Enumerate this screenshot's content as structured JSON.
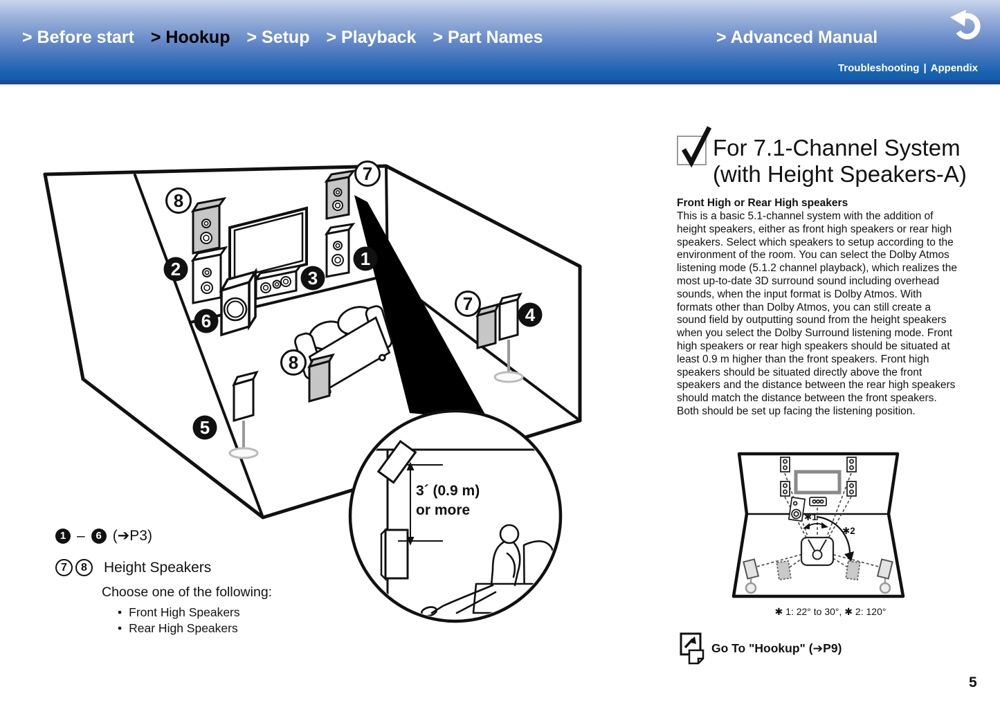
{
  "header": {
    "nav_items": [
      {
        "label": "> Before start",
        "active": false
      },
      {
        "label": "> Hookup",
        "active": true
      },
      {
        "label": "> Setup",
        "active": false
      },
      {
        "label": "> Playback",
        "active": false
      },
      {
        "label": "> Part Names",
        "active": false
      }
    ],
    "advanced_label": "> Advanced Manual",
    "troubleshooting_label": "Troubleshooting",
    "separator": "|",
    "appendix_label": "Appendix"
  },
  "speaker_diagram": {
    "badges": {
      "b1": "1",
      "b2": "2",
      "b3": "3",
      "b4": "4",
      "b5": "5",
      "b6": "6",
      "b7": "7",
      "b8": "8"
    },
    "inset": {
      "line1": "3´ (0.9 m)",
      "line2": "or more"
    }
  },
  "legend": {
    "range_start": "1",
    "range_dash": "–",
    "range_end": "6",
    "range_ref": "(➔P3)",
    "badge7": "7",
    "badge8": "8",
    "height_label": "Height Speakers",
    "choose_label": "Choose one of the following:",
    "options": [
      "Front High Speakers",
      "Rear High Speakers"
    ]
  },
  "section": {
    "title_line1": "For 7.1-Channel System",
    "title_line2": "(with Height Speakers-A)",
    "subheading": "Front High or Rear High speakers",
    "body": "This is a basic 5.1-channel system with the addition of height speakers, either as front high speakers or rear high speakers. Select which speakers to setup according to the environment of the room. You can select the Dolby Atmos listening mode (5.1.2 channel playback), which realizes the most up-to-date 3D surround sound including overhead sounds, when the input format is Dolby Atmos. With formats other than Dolby Atmos, you can still create a sound field by outputting sound from the height speakers when you select the Dolby Surround listening mode. Front high speakers or rear high speakers should be situated at least 0.9 m higher than the front speakers. Front high speakers should be situated directly above the front speakers and the distance between the rear high speakers should match the distance between the front speakers. Both should be set up facing the listening position."
  },
  "angle_diagram": {
    "label_1": "✱1",
    "label_2": "✱2",
    "caption": "✱ 1: 22° to 30°,  ✱ 2: 120°"
  },
  "goto": {
    "label": "Go To \"Hookup\" (➔P9)"
  },
  "page_number": "5"
}
